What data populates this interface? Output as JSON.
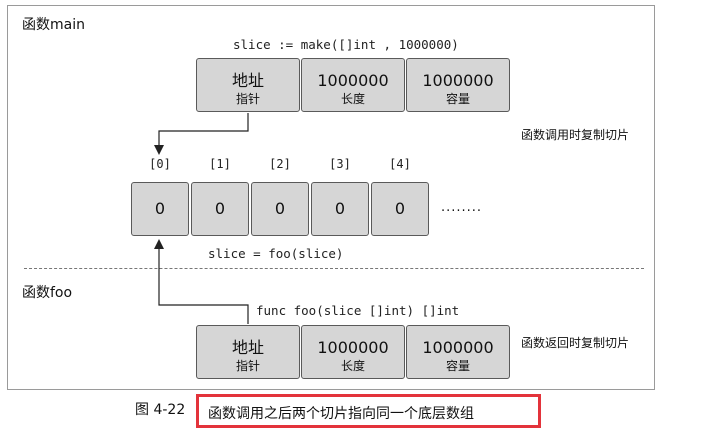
{
  "main_label": "函数main",
  "make_code": "slice := make([]int , 1000000)",
  "main_header": [
    {
      "value": "地址",
      "label": "指针"
    },
    {
      "value": "1000000",
      "label": "长度"
    },
    {
      "value": "1000000",
      "label": "容量"
    }
  ],
  "call_note": "函数调用时复制切片",
  "indices": [
    "[0]",
    "[1]",
    "[2]",
    "[3]",
    "[4]"
  ],
  "cells": [
    "0",
    "0",
    "0",
    "0",
    "0"
  ],
  "ellipsis": "........",
  "assign_code": "slice = foo(slice)",
  "foo_label": "函数foo",
  "func_code": "func foo(slice []int) []int",
  "foo_header": [
    {
      "value": "地址",
      "label": "指针"
    },
    {
      "value": "1000000",
      "label": "长度"
    },
    {
      "value": "1000000",
      "label": "容量"
    }
  ],
  "return_note": "函数返回时复制切片",
  "caption_number": "图 4-22",
  "caption_text": "函数调用之后两个切片指向同一个底层数组"
}
